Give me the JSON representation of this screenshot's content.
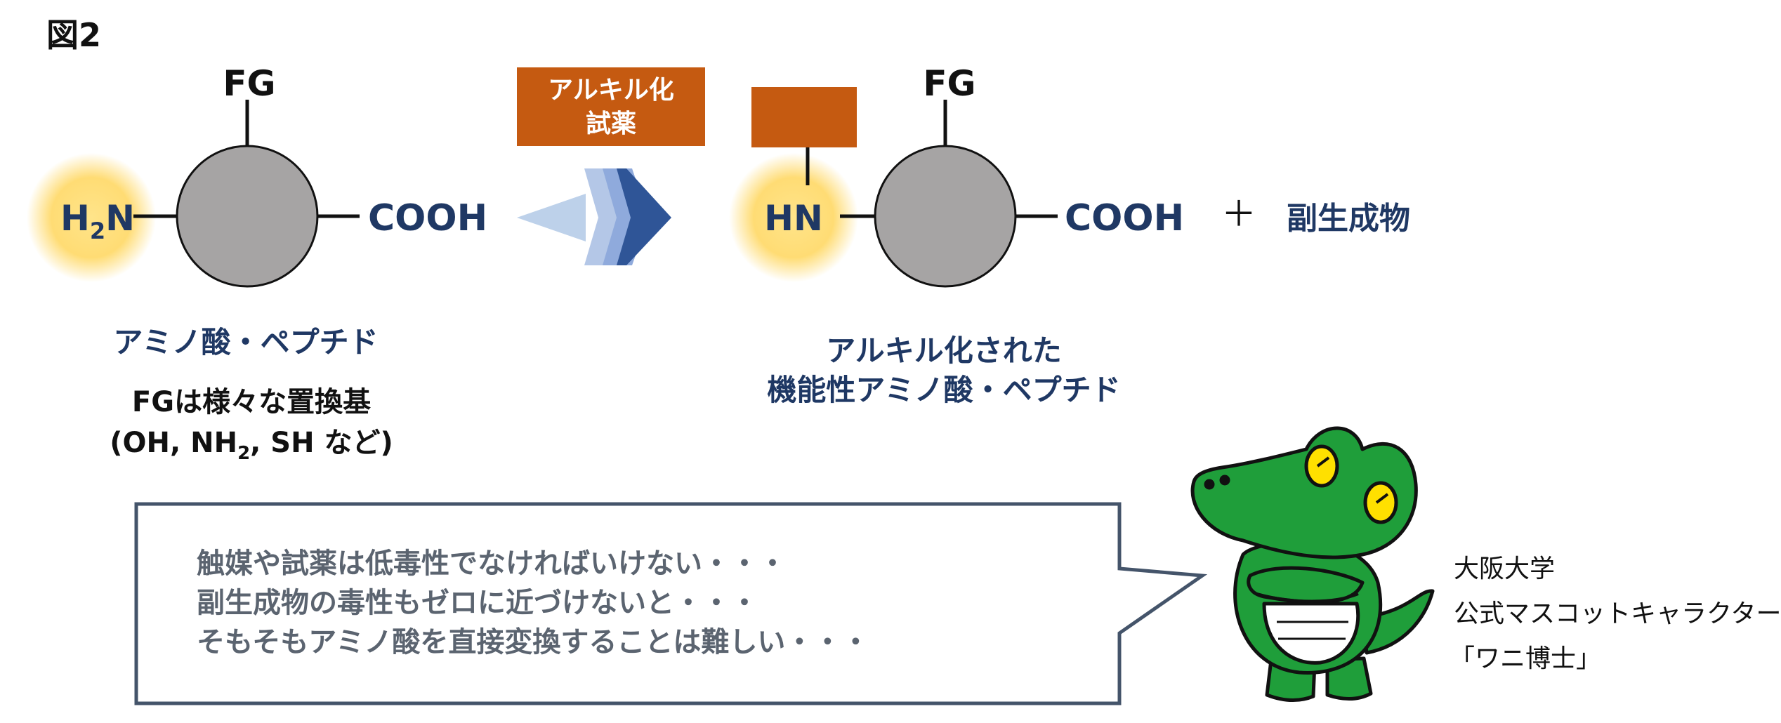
{
  "figure_label": "図2",
  "reactant": {
    "fg_label": "FG",
    "amine_h": "H",
    "amine_sub": "2",
    "amine_n": "N",
    "acid": "COOH",
    "caption": "アミノ酸・ペプチド",
    "note_line1": "FGは様々な置換基",
    "note_line2_a": "(OH, NH",
    "note_line2_sub": "2",
    "note_line2_b": ", SH など)"
  },
  "reagent": {
    "line1": "アルキル化",
    "line2": "試薬"
  },
  "product": {
    "fg_label": "FG",
    "amine": "HN",
    "acid": "COOH",
    "plus": "＋",
    "byproduct": "副生成物",
    "caption_line1": "アルキル化された",
    "caption_line2": "機能性アミノ酸・ペプチド"
  },
  "speech": {
    "line1": "触媒や試薬は低毒性でなければいけない・・・",
    "line2": "副生成物の毒性もゼロに近づけないと・・・",
    "line3": "そもそもアミノ酸を直接変換することは難しい・・・"
  },
  "mascot": {
    "line1": "大阪大学",
    "line2": "公式マスコットキャラクター",
    "line3": "「ワニ博士」"
  },
  "colors": {
    "navy": "#1f3864",
    "orange": "#c55a11",
    "circle_gray": "#a6a4a4",
    "glow": "#ffd966",
    "arrow_blue": "#2f5597",
    "mascot_green": "#1f9e3a"
  }
}
